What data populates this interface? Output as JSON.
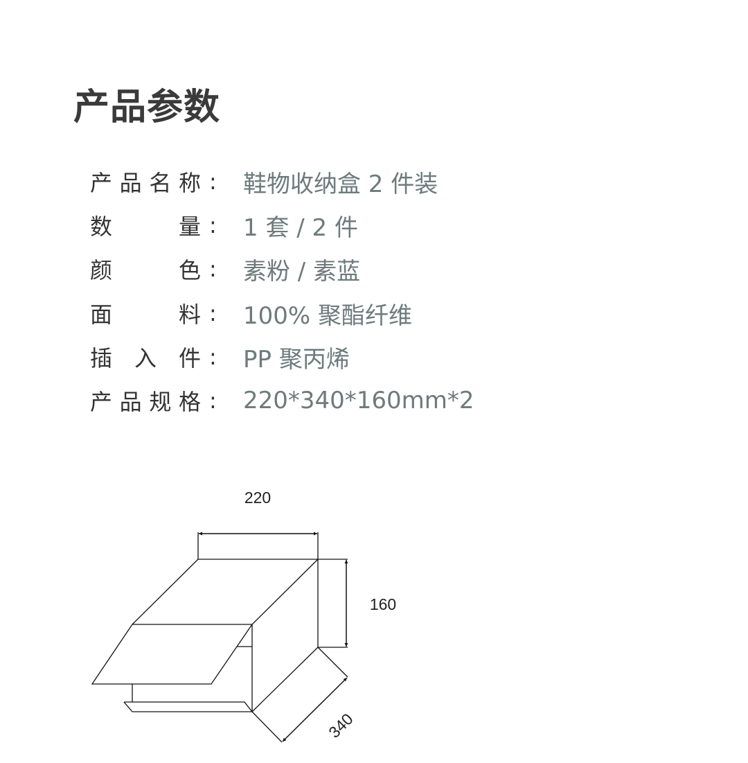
{
  "title": "产品参数",
  "specs": [
    {
      "label": [
        "产",
        "品",
        "名",
        "称"
      ],
      "colon": ":",
      "value": "鞋物收纳盒 2 件装"
    },
    {
      "label": [
        "数",
        "量"
      ],
      "colon": ":",
      "value": "1 套 / 2 件"
    },
    {
      "label": [
        "颜",
        "色"
      ],
      "colon": ":",
      "value": "素粉 / 素蓝"
    },
    {
      "label": [
        "面",
        "料"
      ],
      "colon": ":",
      "value": "100% 聚酯纤维"
    },
    {
      "label": [
        "插",
        "入",
        "件"
      ],
      "colon": ":",
      "value": "PP 聚丙烯"
    },
    {
      "label": [
        "产",
        "品",
        "规",
        "格"
      ],
      "colon": ":",
      "value": "220*340*160mm*2"
    }
  ],
  "diagram": {
    "width_label": "220",
    "height_label": "160",
    "depth_label": "340"
  }
}
